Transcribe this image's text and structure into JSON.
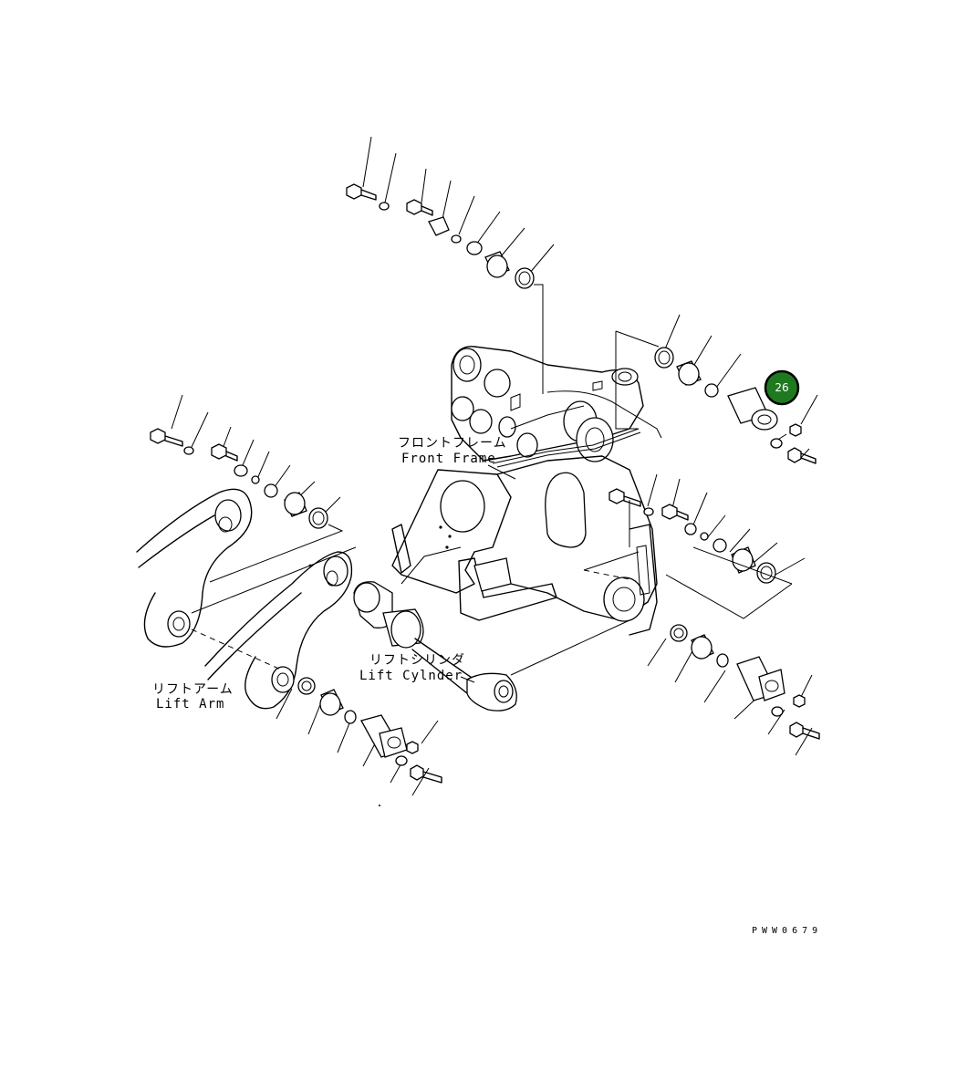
{
  "labels": {
    "front_frame_jp": "フロントフレーム",
    "front_frame_en": "Front Frame",
    "lift_cylinder_jp": "リフトシリンダ",
    "lift_cylinder_en": "Lift Cylnder",
    "lift_arm_jp": "リフトアーム",
    "lift_arm_en": "Lift Arm"
  },
  "drawing_code": "PWW0679",
  "callout": {
    "number": "26",
    "color": "#1f7a1f",
    "ring_color": "#000000"
  }
}
